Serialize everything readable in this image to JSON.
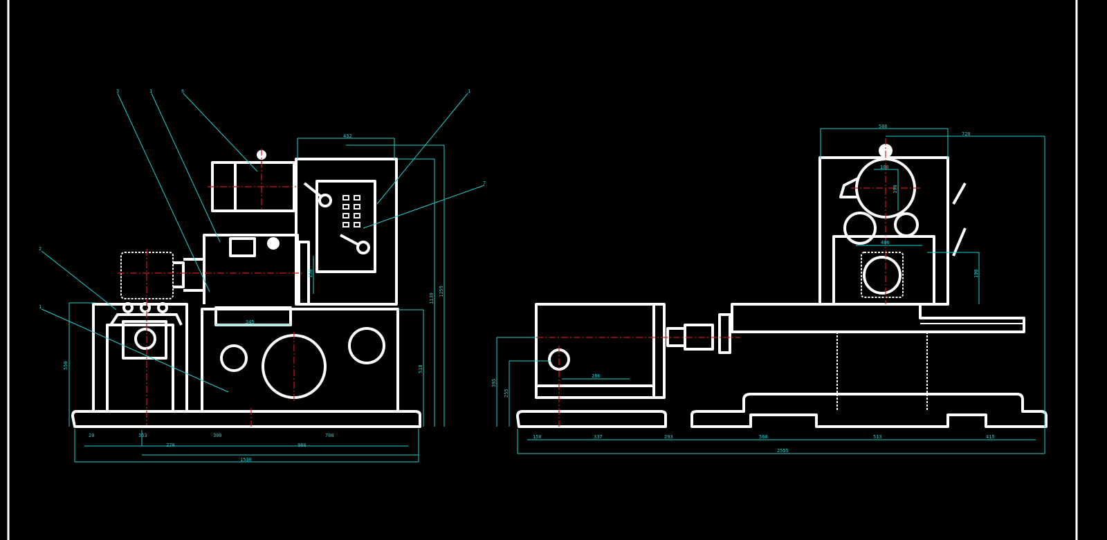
{
  "drawing": {
    "colors": {
      "background": "#000000",
      "outline": "#ffffff",
      "dimension": "#1fd3d3",
      "centerline": "#d01818"
    },
    "front_view": {
      "part_labels": [
        "3",
        "1",
        "6",
        "1",
        "7",
        "2",
        "1"
      ],
      "dims_bottom_row1": [
        "20",
        "363",
        "300",
        "708"
      ],
      "dims_bottom_row2": [
        "270",
        "980"
      ],
      "dims_bottom_total": "1530",
      "dims_vertical": [
        "550",
        "518",
        "1139",
        "1259",
        "150"
      ],
      "dim_top": "432",
      "dim_slide": "345"
    },
    "side_view": {
      "dims_bottom_row1": [
        "150",
        "337",
        "293",
        "560",
        "513",
        "415"
      ],
      "dims_bottom_total": "2555",
      "dims_top": [
        "586",
        "720"
      ],
      "dims_head": [
        "100",
        "190",
        "406",
        "190"
      ],
      "dims_vertical": [
        "395",
        "255"
      ],
      "dim_base": "286"
    }
  }
}
